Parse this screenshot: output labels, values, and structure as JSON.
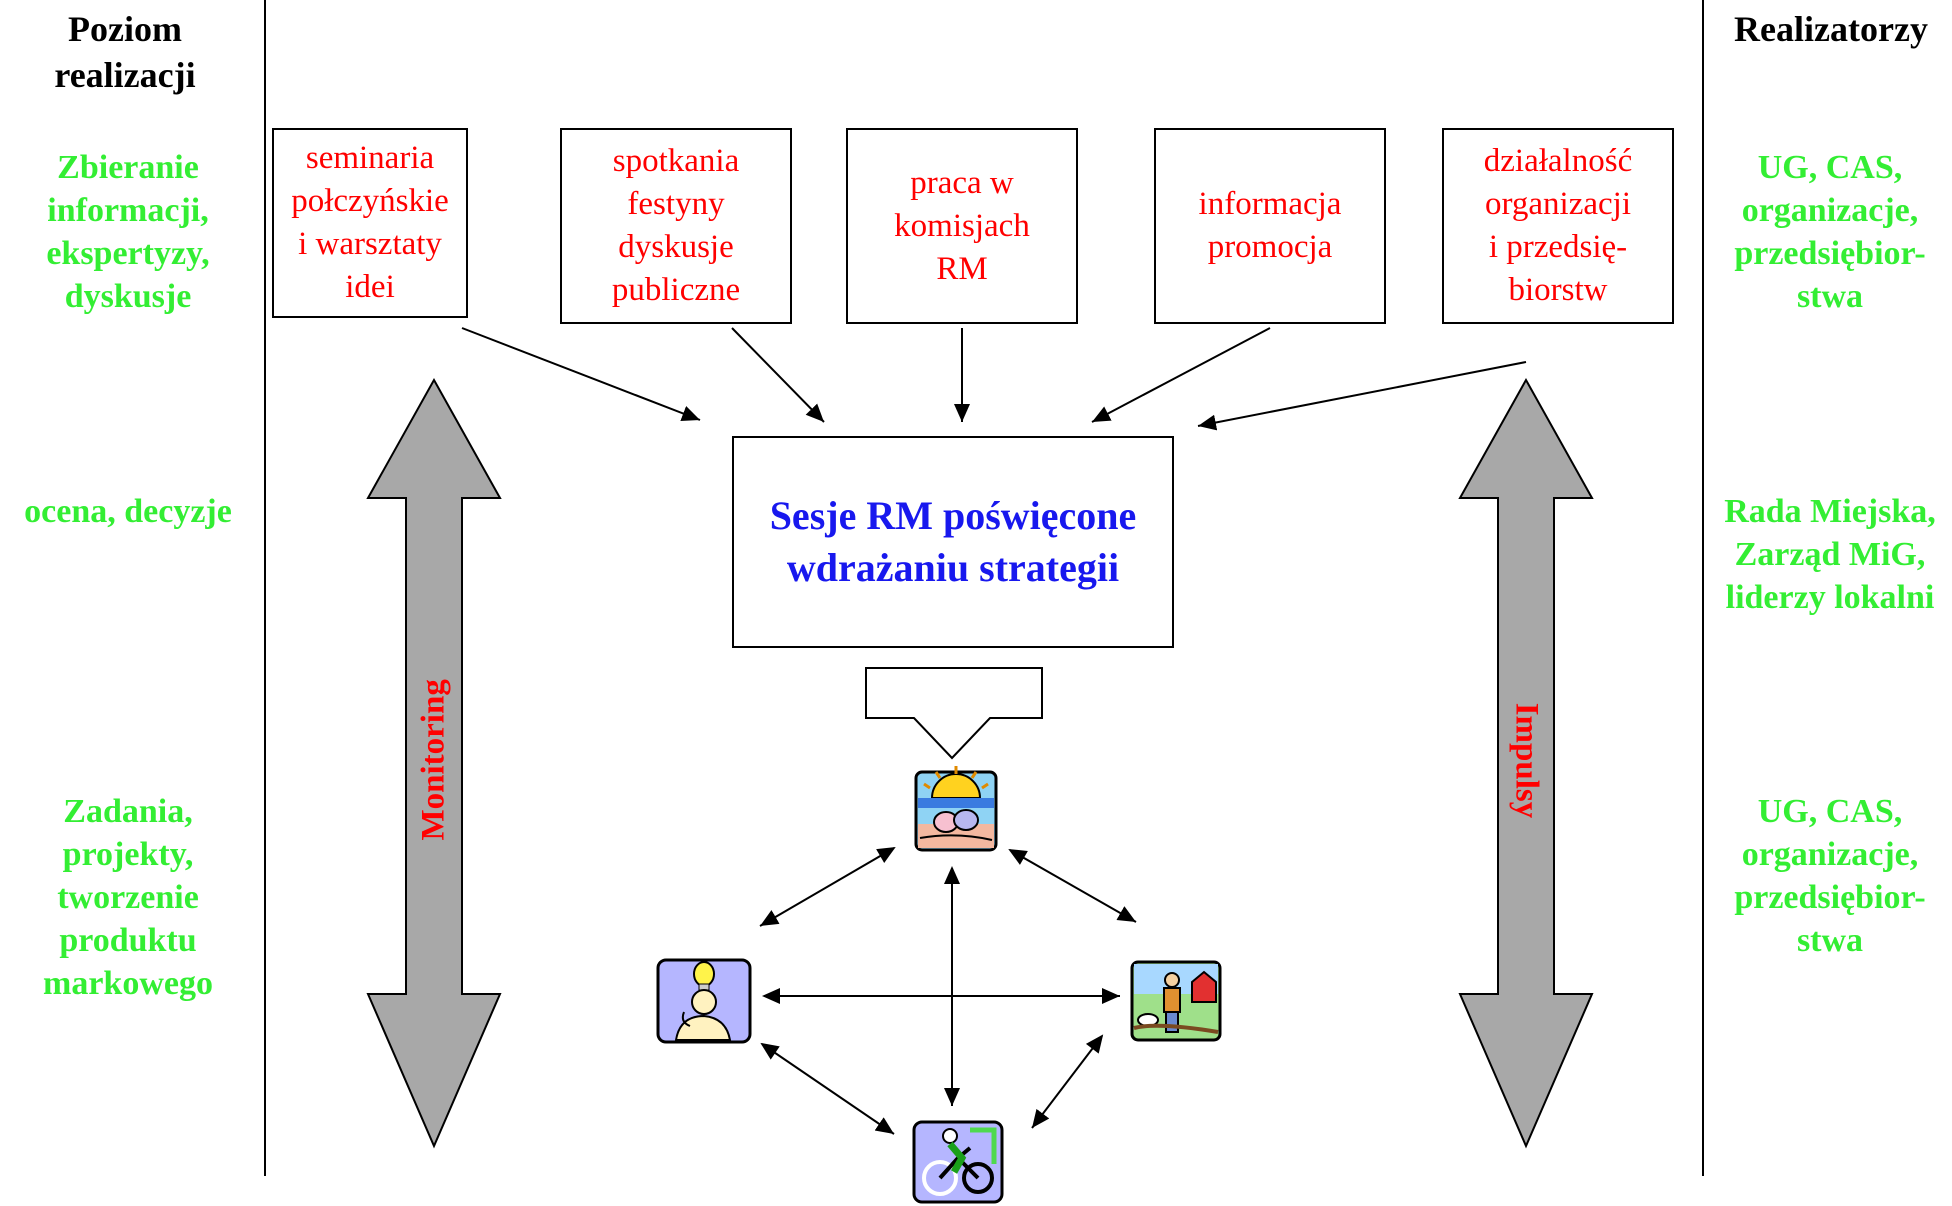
{
  "left_header": "Poziom\nrealizacji",
  "right_header": "Realizatorzy",
  "levels": [
    {
      "left": "Zbieranie\ninformacji,\nekspertyzy,\ndyskusje",
      "right": "UG, CAS,\norganizacje,\nprzedsiębior-\nstwa"
    },
    {
      "left": "ocena, decyzje",
      "right": "Rada Miejska,\nZarząd MiG,\nliderzy lokalni"
    },
    {
      "left": "Zadania,\nprojekty,\ntworzenie\nproduktu\nmarkowego",
      "right": "UG, CAS,\norganizacje,\nprzedsiębior-\nstwa"
    }
  ],
  "input_boxes": [
    "seminaria\npołczyńskie\ni warsztaty\nidei",
    "spotkania\nfestyny\ndyskusje\npubliczne",
    "praca w\nkomisjach\nRM",
    "informacja\npromocja",
    "działalność\norganizacji\ni przedsię-\nbiorstw"
  ],
  "center_box": "Sesje RM poświęcone\nwdrażaniu strategii",
  "left_arrow_label": "Monitoring",
  "right_arrow_label": "Impulsy",
  "icons": [
    "sunset-couple-icon",
    "lightbulb-thinker-icon",
    "farmer-barn-icon",
    "cyclist-icon"
  ],
  "colors": {
    "level_text": "#33ee33",
    "box_text": "#ff0000",
    "center_text": "#1818ee",
    "big_arrow_fill": "#a8a8a8"
  }
}
